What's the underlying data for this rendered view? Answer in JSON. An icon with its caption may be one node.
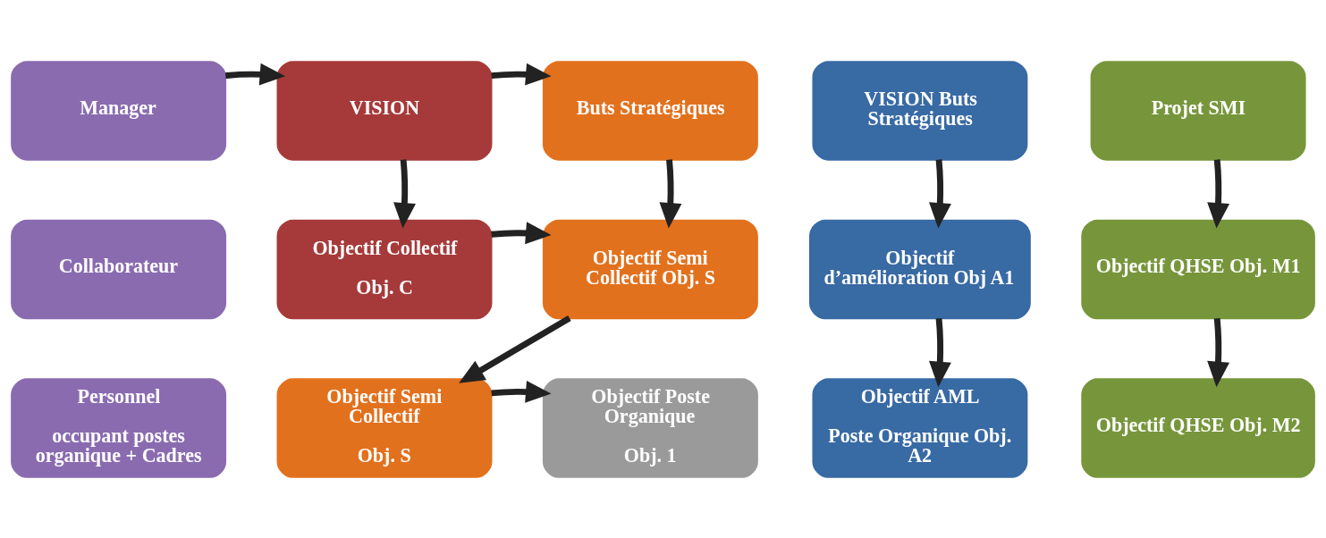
{
  "diagram": {
    "nodes": [
      {
        "text": [
          "Manager"
        ]
      },
      {
        "text": [
          "VISION"
        ]
      },
      {
        "text": [
          "Buts Stratégiques"
        ]
      },
      {
        "text": [
          "VISION Buts Stratégiques"
        ]
      },
      {
        "text": [
          "Projet SMI"
        ]
      },
      {
        "text": [
          "Collaborateur"
        ]
      },
      {
        "text": [
          "Objectif Collectif",
          "Obj. C"
        ]
      },
      {
        "text": [
          "Objectif Semi Collectif Obj. S"
        ]
      },
      {
        "text": [
          "Objectif d’amélioration Obj A1"
        ]
      },
      {
        "text": [
          "Objectif QHSE Obj. M1"
        ]
      },
      {
        "text": [
          "Personnel",
          "occupant postes organique + Cadres"
        ]
      },
      {
        "text": [
          "Objectif Semi Collectif",
          "Obj. S"
        ]
      },
      {
        "text": [
          "Objectif Poste Organique",
          "Obj. 1"
        ]
      },
      {
        "text": [
          "Objectif AML",
          "Poste Organique Obj. A2"
        ]
      },
      {
        "text": [
          "Objectif QHSE Obj. M2"
        ]
      }
    ],
    "edges": [
      {
        "from": 0,
        "to": 1,
        "arrow": "to"
      },
      {
        "from": 1,
        "to": 2,
        "arrow": "to"
      },
      {
        "from": 1,
        "to": 6,
        "arrow": "to"
      },
      {
        "from": 2,
        "to": 7,
        "arrow": "to"
      },
      {
        "from": 6,
        "to": 7,
        "arrow": "to"
      },
      {
        "from": 7,
        "to": 11,
        "arrow": "to"
      },
      {
        "from": 11,
        "to": 12,
        "arrow": "to"
      },
      {
        "from": 3,
        "to": 8,
        "arrow": "to"
      },
      {
        "from": 8,
        "to": 13,
        "arrow": "to"
      },
      {
        "from": 4,
        "to": 9,
        "arrow": "to"
      },
      {
        "from": 9,
        "to": 14,
        "arrow": "to"
      }
    ]
  }
}
